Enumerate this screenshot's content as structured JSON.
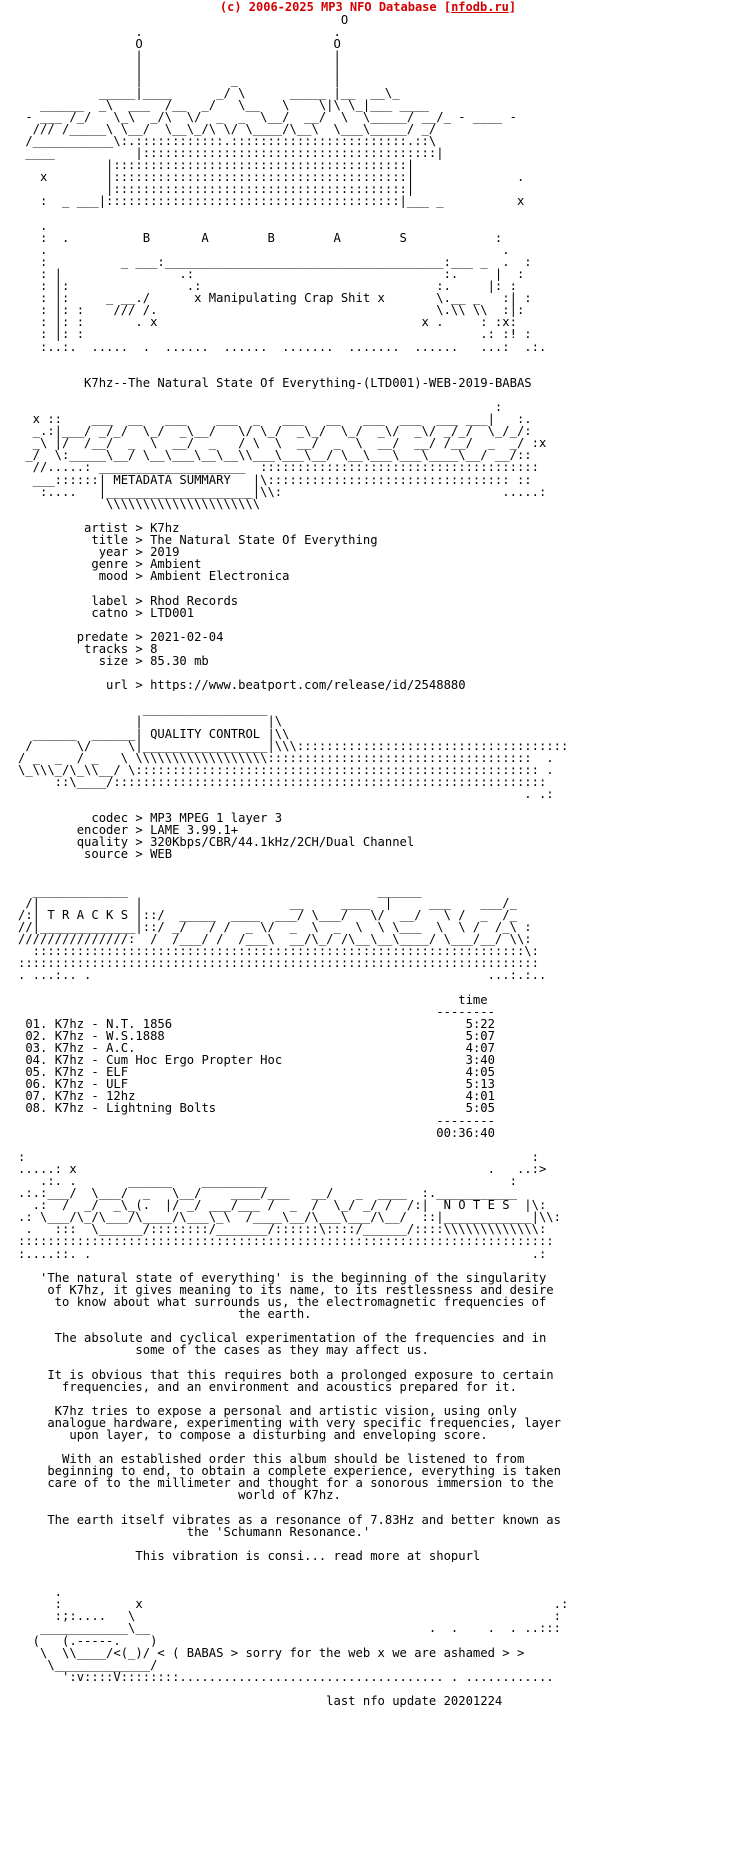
{
  "header": {
    "copyright": "(c) 2006-2025 MP3 NFO Database",
    "site_link": "nfodb.ru"
  },
  "nfo": {
    "logo_art": "                                            O\n                .                          .\n                O                          O\n                |                          |\n                |                          |\n                |            _             |\n           _____|____      _/ \\      _____ |__  __\\_\n   ______  _\\  ___  /__  _/   \\__   \\    \\|\\ \\_|___ ____\n - ___ /_/   \\_\\  _/\\  \\/  _  _  \\__/  __/  \\  \\_____/ __/_ - ____ -\n  /// /_____\\ \\__/  \\__\\_/\\ \\/ \\____/\\__\\  \\___\\_____/ _/\n /___________\\:.::::::::::::.::::::::::::::::::::::::.::\\\n ____           |::::::::::::::::::::::::::::::::::::::::|\n            |::::::::::::::::::::::::::::::::::::::::|\n   x        |::::::::::::::::::::::::::::::::::::::::|              .\n            |::::::::::::::::::::::::::::::::::::::::|\n   :  _ ___|::::::::::::::::::::::::::::::::::::::::|___ _          x\n\n   .\n   :  .          B       A        B        A        S            :\n   .                                                              .\n   :          _ ___:______________________________________:___ _  .  :\n   : |                .:                                  :.     |  :\n   : |:                .:                                :.     |: :\n   : |:     _ __./      x Manipulating Crap Shit x       \\.__ _   :| :\n   : |: :    /// /.                                      \\.\\\\ \\\\  :|:\n   : |: :       . x                                    x .     : :x:\n   : |: :                                                      .: :! :\n   :..:.  .....  .  ......  ......  .......  .......  ......   ...:  .:.",
    "release_name": "K7hz--The_Natural_State_Of_Everything-(LTD001)-WEB-2019-BABAS",
    "metadata_banner": "                                                                 :\n  x ::    ___  __   ___    ___  _   ___   __   ___  ___  ___ ___|   :.\n  _.:|___/ _/_/  \\_/  _\\__/   \\/ \\_/  _\\_/  \\_/  _\\/  _\\/ _/_/  \\_/_/:\n  _\\ |/  /__/  _  \\  __/  _   / \\  \\  __/  _  \\  __/  __/ /__/  _  _/ :x\n _/  \\:_____\\__/ \\__\\___\\__\\__\\\\___\\___\\__/ \\__\\___\\___\\____\\__/ __/::\n  //.....: ____________________  ::::::::::::::::::::::::::::::::::::::\n  ___::::::| METADATA SUMMARY   |\\::::::::::::::::::::::::::::::::: ::\n   :....   |____________________|\\\\:                              .....:\n            \\\\\\\\\\\\\\\\\\\\\\\\\\\\\\\\\\\\\\\\\\",
    "metadata_lines": [
      "         artist > K7hz",
      "          title > The Natural State Of Everything",
      "           year > 2019",
      "          genre > Ambient",
      "           mood > Ambient Electronica",
      "",
      "          label > Rhod Records",
      "          catno > LTD001",
      "",
      "        predate > 2021-02-04",
      "         tracks > 8",
      "           size > 85.30 mb",
      "",
      "            url > https://www.beatport.com/release/id/2548880"
    ],
    "quality_banner": "                 _________________\n                |                 |\\\n  ______  ______| QUALITY CONTROL |\\\\\n /      \\/     \\|_________________|\\\\\\:::::::::::::::::::::::::::::::::::::\n/ _  _  / _   \\ \\\\\\\\\\\\\\\\\\\\\\\\\\\\\\\\\\\\::::::::::::::::::::::::::::::::::::  .\n\\_\\\\\\_/\\_\\\\__/ \\::::::::::::::::::::::::::::::::::::::::::::::::::::::: .\n     ::\\____/:::::::::::::::::::::::::::::::::::::::::::::::::::::::::::\n                                                                     . .:",
    "quality_lines": [
      "          codec > MP3 MPEG 1 layer 3",
      "        encoder > LAME 3.99.1+",
      "        quality > 320Kbps/CBR/44.1kHz/2CH/Dual Channel",
      "         source > WEB"
    ],
    "tracks_banner": "  _____________                                  ______\n /|             |                    __     ____  |     ___    ___/_\n/:| T R A C K S |::/  _____  ____  ___/ \\___/   \\/  __/   \\ /  _  /_\n//|_____________|::/ _/   / /  _ \\/  _  \\  _  \\  \\ \\___  \\  \\ /  /_\\ :\n///////////////:  /  /___/ /  /___\\  __/\\_/ /\\__\\__\\____/ \\___/__/ \\\\:\n  :::::::::::::::::::::::::::::::::::::::::::::::::::::::::::::::::::\\:\n:::::::::::::::::::::::::::::::::::::::::::::::::::::::::::::::::::::::\n. ...:.. .                                                      ...:.:..",
    "tracks_time_header": "                                                            time",
    "tracks_time_rule": "                                                         --------",
    "tracks": [
      {
        "num": "01.",
        "name": "K7hz - N.T. 1856",
        "time": "5:22"
      },
      {
        "num": "02.",
        "name": "K7hz - W.S.1888",
        "time": "5:07"
      },
      {
        "num": "03.",
        "name": "K7hz - A.C.",
        "time": "4:07"
      },
      {
        "num": "04.",
        "name": "K7hz - Cum Hoc Ergo Propter Hoc",
        "time": "3:40"
      },
      {
        "num": "05.",
        "name": "K7hz - ELF",
        "time": "4:05"
      },
      {
        "num": "06.",
        "name": "K7hz - ULF",
        "time": "5:13"
      },
      {
        "num": "07.",
        "name": "K7hz - 12hz",
        "time": "4:01"
      },
      {
        "num": "08.",
        "name": "K7hz - Lightning Bolts",
        "time": "5:05"
      }
    ],
    "tracks_total_rule": "                                                         --------",
    "tracks_total": "                                                         00:36:40",
    "notes_banner": ":                                                                     :\n.....: x                                                        .   ..:>\n   .:. .       ______    _________                                 :\n.:.:___/  \\___/  _   \\__/    ____/___   __/   _  ____  :.___________\n  .:  /  _/  _\\_(.  |/ _/ ___/___ /  _  /  \\_/ _/ /  /:|  N O T E S  |\\:\n.: \\___/\\_/\\___/\\____/\\___\\_\\  /____\\__/\\___\\___/\\__/  ::|____________|\\\\:\n .   :::  \\______/::::::::/_______/::::::\\::::/______/::::\\\\\\\\\\\\\\\\\\\\\\\\\\:\n:::::::::::::::::::::::::::::::::::::::::::::::::::::::::::::::::::::::::\n:....::. .                                                            .:",
    "notes_paragraphs": [
      "   'The natural state of everything' is the beginning of the singularity\n    of K7hz, it gives meaning to its name, to its restlessness and desire\n     to know about what surrounds us, the electromagnetic frequencies of\n                              the earth.",
      "     The absolute and cyclical experimentation of the frequencies and in\n                some of the cases as they may affect us.",
      "    It is obvious that this requires both a prolonged exposure to certain\n      frequencies, and an environment and acoustics prepared for it.",
      "     K7hz tries to expose a personal and artistic vision, using only\n    analogue hardware, experimenting with very specific frequencies, layer\n       upon layer, to compose a disturbing and enveloping score.",
      "      With an established order this album should be listened to from\n    beginning to end, to obtain a complete experience, everything is taken\n    care of to the millimeter and thought for a sonorous immersion to the\n                              world of K7hz.",
      "    The earth itself vibrates as a resonance of 7.83Hz and better known as\n                       the 'Schumann Resonance.'",
      "                This vibration is consi... read more at shopurl"
    ],
    "footer_art": "     .\n     :          x                                                        .:\n     :;:....   \\                                                         :\n   ____________\\__                                      .  .    .  . ..:::\n  (   (.-----.    )\n   \\  \\\\____/<(_)/ < ( BABAS > sorry for the web x we are ashamed > >\n    \\_____________/\n      ':v::::V::::::::.................................... . ............",
    "last_update": "                                          last nfo update 20201224"
  }
}
